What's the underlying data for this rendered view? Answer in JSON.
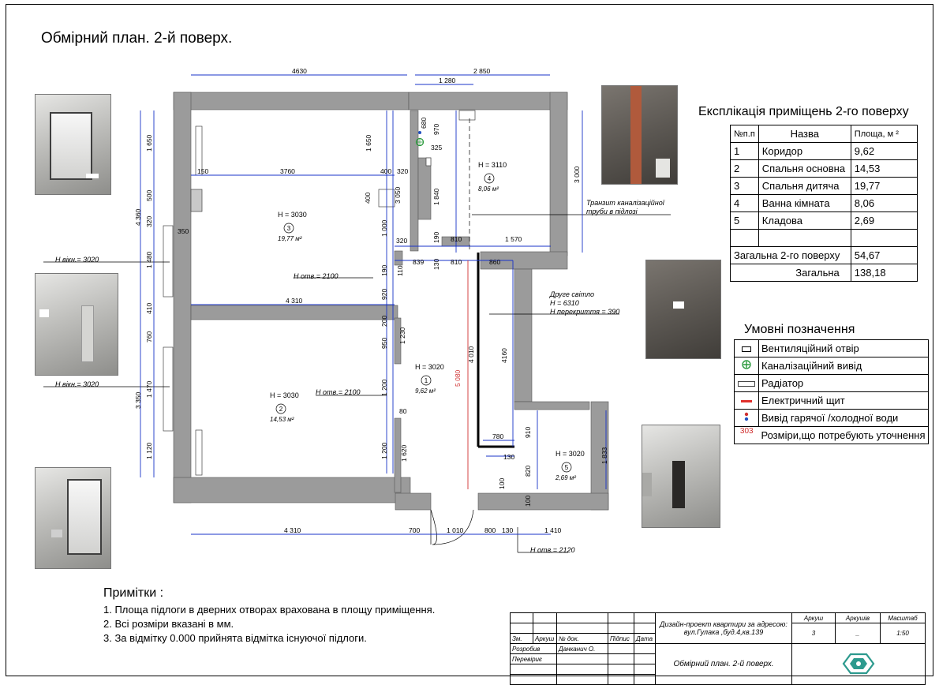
{
  "title": "Обмірний план. 2-й  поверх.",
  "explication": {
    "title": "Експлікація приміщень 2-го поверху",
    "headers": [
      "№п.п",
      "Назва",
      "Площа, м ²"
    ],
    "rows": [
      {
        "n": "1",
        "name": "Коридор",
        "area": "9,62"
      },
      {
        "n": "2",
        "name": "Спальня основна",
        "area": "14,53"
      },
      {
        "n": "3",
        "name": "Спальня дитяча",
        "area": "19,77"
      },
      {
        "n": "4",
        "name": "Ванна кімната",
        "area": "8,06"
      },
      {
        "n": "5",
        "name": "Кладова",
        "area": "2,69"
      }
    ],
    "floor_total_label": "Загальна 2-го поверху",
    "floor_total": "54,67",
    "total_label": "Загальна",
    "total": "138,18"
  },
  "legend": {
    "title": "Умовні позначення",
    "items": [
      {
        "icon": "vent-icon",
        "label": "Вентиляційний отвір"
      },
      {
        "icon": "sewer-outlet-icon",
        "label": "Каналізаційний вивід"
      },
      {
        "icon": "radiator-icon",
        "label": "Радіатор"
      },
      {
        "icon": "electric-panel-icon",
        "label": "Електричний щит"
      },
      {
        "icon": "water-outlet-icon",
        "label": "Вивід гарячої /холодної води"
      },
      {
        "icon": "clarify-icon",
        "label": "Розміри,що потребують уточнення",
        "badge": "303"
      }
    ],
    "colors": {
      "electric": "#e0302c",
      "sewer": "#2a9a3c",
      "water_hot": "#d03030",
      "water_cold": "#2050c0",
      "clarify": "#d03030"
    }
  },
  "notes": {
    "heading": "Примітки :",
    "items": [
      "1. Площа підлоги в дверних отворах врахована в площу приміщення.",
      "2. Всі розміри вказані в мм.",
      "3. За відмітку 0.000 прийнята відмітка існуючої підлоги."
    ]
  },
  "stamp": {
    "cols": [
      "Зм.",
      "Аркуш",
      "№ док.",
      "Підпис",
      "Дата"
    ],
    "project": "Дизайн-проект квартири за адресою: вул.Гулака ,буд.4,кв.139",
    "sheet_label": "Аркуш",
    "sheets_label": "Аркушів",
    "scale_label": "Масштаб",
    "sheet": "3",
    "sheets": "_",
    "scale": "1:50",
    "developed_label": "Розробив",
    "developer": "Данканич О.",
    "checked_label": "Перевіриє",
    "drawing_title": "Обмірний план. 2-й  поверх."
  },
  "plan": {
    "rooms": [
      {
        "num": "3",
        "h": "H = 3030",
        "area": "19,77 м²"
      },
      {
        "num": "4",
        "h": "H = 3110",
        "area": "8,06 м²"
      },
      {
        "num": "1",
        "h": "H = 3020",
        "area": "9,62 м²"
      },
      {
        "num": "2",
        "h": "H = 3030",
        "area": "14,53 м²"
      },
      {
        "num": "5",
        "h": "H = 3020",
        "area": "2,69 м²"
      }
    ],
    "annotations": [
      "H вікн.= 3020",
      "H вікн.= 3020",
      "H отв.= 2100",
      "H отв.= 2100",
      "H отв.= 2120",
      "Транзит каналізаційної",
      "труби в підлозі",
      "Друге світло",
      "H = 6310",
      "H перекриття = 390"
    ],
    "dimensions": [
      "4630",
      "2 850",
      "1 280",
      "1 650",
      "1 650",
      "150",
      "3760",
      "400",
      "320",
      "680",
      "970",
      "325",
      "3 050",
      "1 840",
      "3 000",
      "400",
      "350",
      "1 000",
      "320",
      "190",
      "810",
      "1 570",
      "839",
      "130",
      "810",
      "860",
      "4 360",
      "500",
      "320",
      "1 480",
      "190",
      "110",
      "920",
      "4 310",
      "410",
      "760",
      "200",
      "1 230",
      "950",
      "4 010",
      "4160",
      "5 080",
      "1 470",
      "3 350",
      "1 200",
      "80",
      "1 120",
      "1 200",
      "1 620",
      "780",
      "910",
      "130",
      "820",
      "100",
      "100",
      "1 833",
      "4 310",
      "700",
      "1 010",
      "800",
      "130",
      "1 410"
    ]
  }
}
